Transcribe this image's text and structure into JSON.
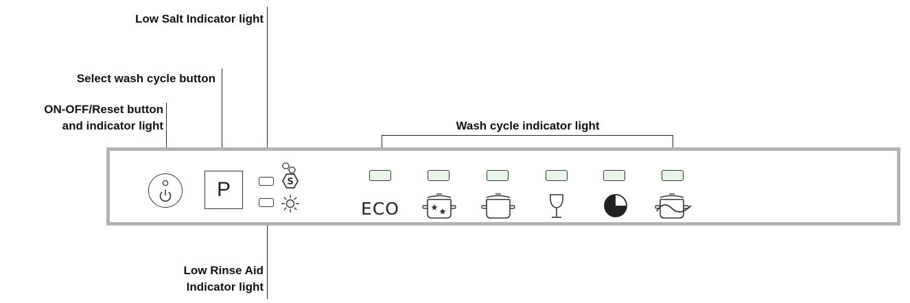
{
  "labels": {
    "low_salt": "Low Salt Indicator light",
    "select_wash_cycle": "Select wash cycle button",
    "on_off_line1": "ON-OFF/Reset button",
    "on_off_line2": "and indicator light",
    "wash_cycle_indicator": "Wash cycle indicator light",
    "low_rinse_line1": "Low Rinse Aid",
    "low_rinse_line2": "Indicator light"
  },
  "panel": {
    "select_button_text": "P",
    "eco_text": "ECO",
    "salt_icon_text": "S"
  },
  "colors": {
    "panel_border": "#b3b3b3",
    "led_fill": "#eaf5ea",
    "line": "#222222"
  }
}
